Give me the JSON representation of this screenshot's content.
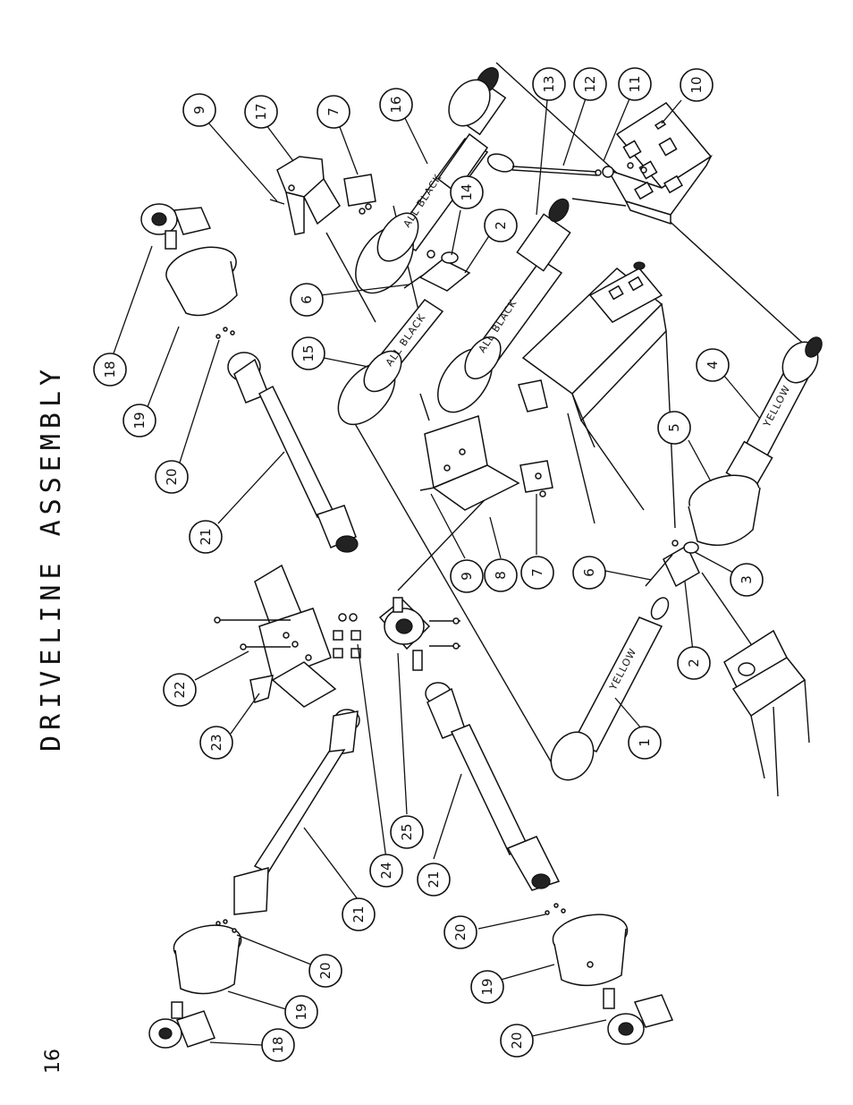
{
  "page": {
    "title": "DRIVELINE ASSEMBLY",
    "page_number": "16"
  },
  "shaft_labels": {
    "all_black_upper": "ALL BLACK",
    "all_black_middle": "ALL BLACK",
    "all_black_lower": "ALL BLACK",
    "yellow_lower": "YELLOW",
    "yellow_right": "YELLOW"
  },
  "callouts": [
    {
      "id": "c-9a",
      "label": "9"
    },
    {
      "id": "c-17",
      "label": "17"
    },
    {
      "id": "c-7a",
      "label": "7"
    },
    {
      "id": "c-16",
      "label": "16"
    },
    {
      "id": "c-13",
      "label": "13"
    },
    {
      "id": "c-12",
      "label": "12"
    },
    {
      "id": "c-11",
      "label": "11"
    },
    {
      "id": "c-10",
      "label": "10"
    },
    {
      "id": "c-14",
      "label": "14"
    },
    {
      "id": "c-2a",
      "label": "2"
    },
    {
      "id": "c-6a",
      "label": "6"
    },
    {
      "id": "c-15",
      "label": "15"
    },
    {
      "id": "c-18a",
      "label": "18"
    },
    {
      "id": "c-19a",
      "label": "19"
    },
    {
      "id": "c-20a",
      "label": "20"
    },
    {
      "id": "c-21a",
      "label": "21"
    },
    {
      "id": "c-4",
      "label": "4"
    },
    {
      "id": "c-5",
      "label": "5"
    },
    {
      "id": "c-9b",
      "label": "9"
    },
    {
      "id": "c-8",
      "label": "8"
    },
    {
      "id": "c-7b",
      "label": "7"
    },
    {
      "id": "c-6b",
      "label": "6"
    },
    {
      "id": "c-3",
      "label": "3"
    },
    {
      "id": "c-2b",
      "label": "2"
    },
    {
      "id": "c-1",
      "label": "1"
    },
    {
      "id": "c-22",
      "label": "22"
    },
    {
      "id": "c-23",
      "label": "23"
    },
    {
      "id": "c-25",
      "label": "25"
    },
    {
      "id": "c-24",
      "label": "24"
    },
    {
      "id": "c-21b",
      "label": "21"
    },
    {
      "id": "c-21c",
      "label": "21"
    },
    {
      "id": "c-20b",
      "label": "20"
    },
    {
      "id": "c-19b",
      "label": "19"
    },
    {
      "id": "c-20c",
      "label": "20"
    },
    {
      "id": "c-20d",
      "label": "20"
    },
    {
      "id": "c-19c",
      "label": "19"
    },
    {
      "id": "c-18b",
      "label": "18"
    }
  ]
}
